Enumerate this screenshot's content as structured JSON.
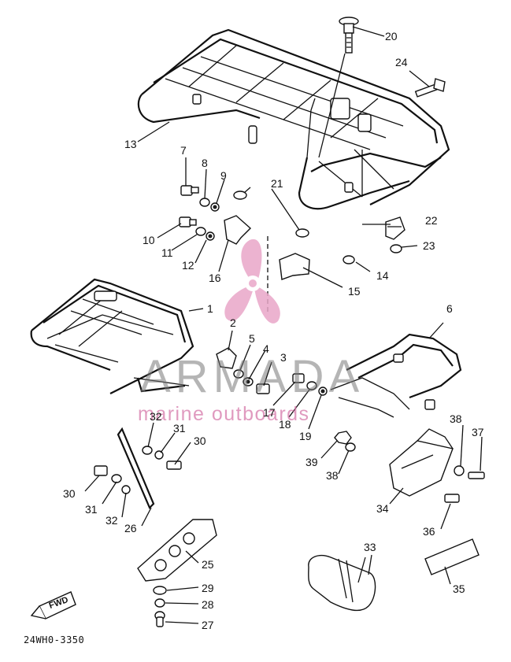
{
  "diagram": {
    "part_code": "24WH0-3350",
    "direction_label": "FWD",
    "watermark": {
      "brand": "ARMADA",
      "tagline": "marine outboards",
      "logo_color": "#e9a6c8",
      "text_color": "#888888"
    },
    "callouts": [
      {
        "id": "c1",
        "text": "1"
      },
      {
        "id": "c2",
        "text": "2"
      },
      {
        "id": "c3",
        "text": "3"
      },
      {
        "id": "c4",
        "text": "4"
      },
      {
        "id": "c5",
        "text": "5"
      },
      {
        "id": "c6",
        "text": "6"
      },
      {
        "id": "c7",
        "text": "7"
      },
      {
        "id": "c8",
        "text": "8"
      },
      {
        "id": "c9",
        "text": "9"
      },
      {
        "id": "c10",
        "text": "10"
      },
      {
        "id": "c11",
        "text": "11"
      },
      {
        "id": "c12",
        "text": "12"
      },
      {
        "id": "c13",
        "text": "13"
      },
      {
        "id": "c14",
        "text": "14"
      },
      {
        "id": "c15",
        "text": "15"
      },
      {
        "id": "c16",
        "text": "16"
      },
      {
        "id": "c17",
        "text": "17"
      },
      {
        "id": "c18",
        "text": "18"
      },
      {
        "id": "c19",
        "text": "19"
      },
      {
        "id": "c20",
        "text": "20"
      },
      {
        "id": "c21",
        "text": "21"
      },
      {
        "id": "c22",
        "text": "22"
      },
      {
        "id": "c23",
        "text": "23"
      },
      {
        "id": "c24",
        "text": "24"
      },
      {
        "id": "c25",
        "text": "25"
      },
      {
        "id": "c26",
        "text": "26"
      },
      {
        "id": "c27",
        "text": "27"
      },
      {
        "id": "c28",
        "text": "28"
      },
      {
        "id": "c29",
        "text": "29"
      },
      {
        "id": "c30a",
        "text": "30"
      },
      {
        "id": "c30b",
        "text": "30"
      },
      {
        "id": "c31a",
        "text": "31"
      },
      {
        "id": "c31b",
        "text": "31"
      },
      {
        "id": "c32a",
        "text": "32"
      },
      {
        "id": "c32b",
        "text": "32"
      },
      {
        "id": "c33",
        "text": "33"
      },
      {
        "id": "c34",
        "text": "34"
      },
      {
        "id": "c35",
        "text": "35"
      },
      {
        "id": "c36",
        "text": "36"
      },
      {
        "id": "c37",
        "text": "37"
      },
      {
        "id": "c38a",
        "text": "38"
      },
      {
        "id": "c38b",
        "text": "38"
      },
      {
        "id": "c39",
        "text": "39"
      }
    ]
  }
}
